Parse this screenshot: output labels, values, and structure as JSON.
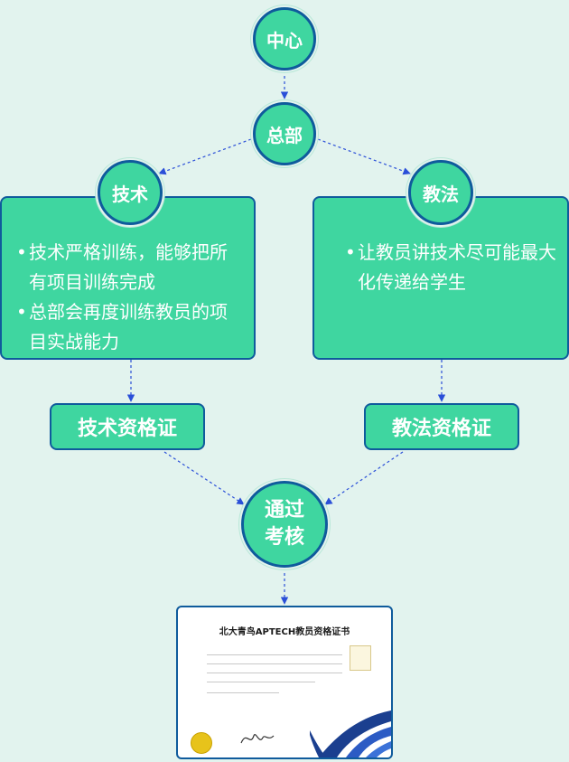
{
  "nodes": {
    "center": "中心",
    "hq": "总部",
    "tech": "技术",
    "method": "教法",
    "pass_line1": "通过",
    "pass_line2": "考核"
  },
  "tech_box": {
    "items": [
      "技术严格训练，能够把所有项目训练完成",
      "总部会再度训练教员的项目实战能力"
    ]
  },
  "method_box": {
    "items": [
      "让教员讲技术尽可能最大化传递给学生"
    ]
  },
  "certs": {
    "tech": "技术资格证",
    "method": "教法资格证"
  },
  "certificate": {
    "title": "北大青鸟APTECH教员资格证书"
  },
  "colors": {
    "node_fill": "#3fd6a0",
    "node_border": "#0f5b9c",
    "arrow": "#2a4fd8",
    "background": "#e2f3ee"
  }
}
